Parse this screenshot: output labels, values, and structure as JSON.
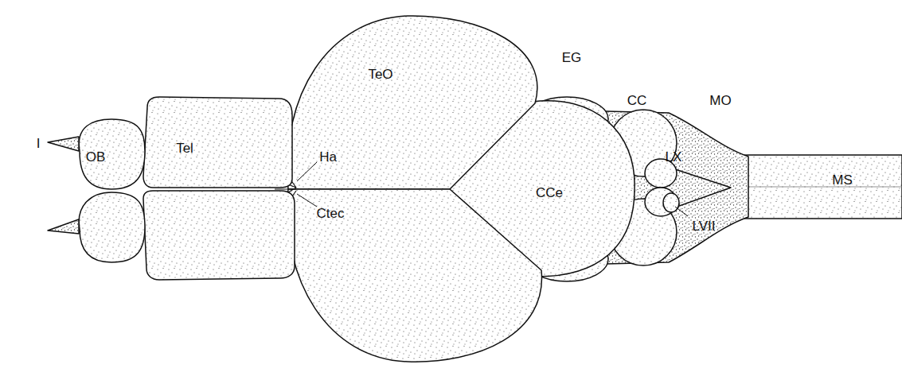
{
  "diagram": {
    "labels": [
      "I",
      "OB",
      "Tel",
      "Ha",
      "Ctec",
      "TeO",
      "EG",
      "CC",
      "CCe",
      "MO",
      "LX",
      "MS",
      "LVII"
    ]
  }
}
